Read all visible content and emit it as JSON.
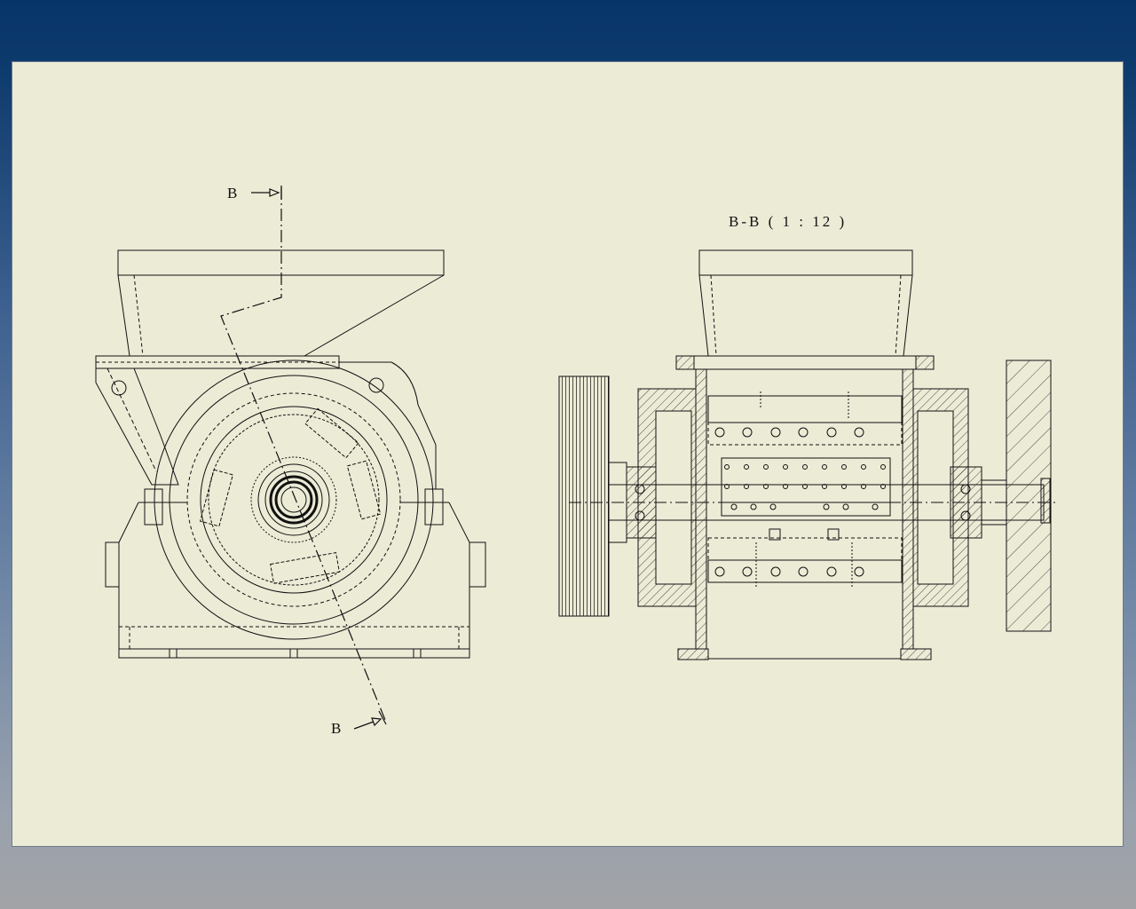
{
  "sheet": {
    "background": "#ecebd6",
    "line_color": "#111111"
  },
  "views": {
    "front": {
      "section_mark_top": "B",
      "section_mark_bottom": "B"
    },
    "section": {
      "title": "B-B  ( 1 : 12 )"
    }
  }
}
